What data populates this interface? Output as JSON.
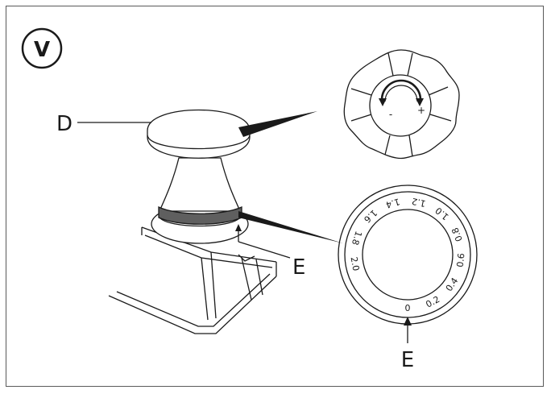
{
  "step_badge": {
    "label": "V"
  },
  "callouts": {
    "d": "D",
    "e_body": "E",
    "e_scale": "E"
  },
  "knob_top_view": {
    "minus": "-",
    "plus": "+"
  },
  "scale_ring": {
    "ticks": [
      "0",
      "0.2",
      "0.4",
      "0.6",
      "0.8",
      "1.0",
      "1.2",
      "1.4",
      "1.6",
      "1.8",
      "2.0"
    ]
  },
  "colors": {
    "line": "#1a1a1a",
    "band": "#5f5f5f",
    "frame": "#5a5a5a"
  }
}
